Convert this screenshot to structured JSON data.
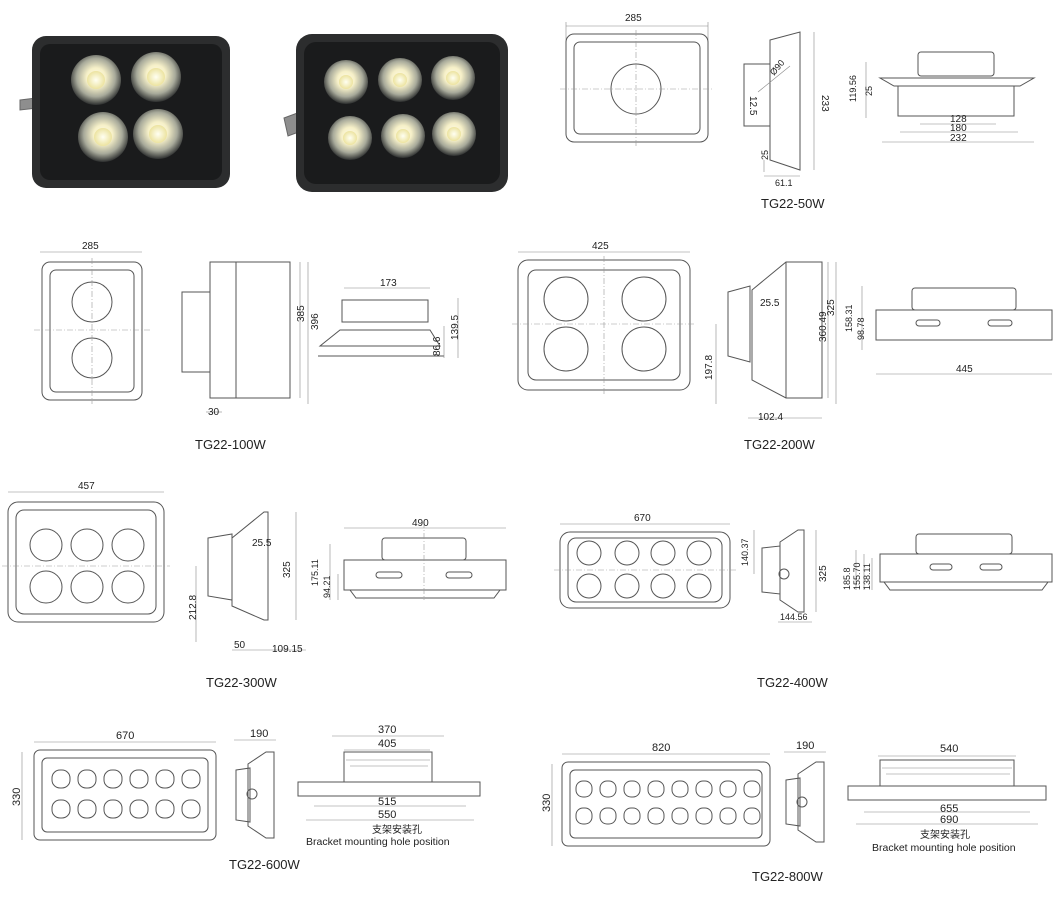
{
  "models": {
    "m50": "TG22-50W",
    "m100": "TG22-100W",
    "m200": "TG22-200W",
    "m300": "TG22-300W",
    "m400": "TG22-400W",
    "m600": "TG22-600W",
    "m800": "TG22-800W"
  },
  "dims": {
    "m50": {
      "front_w": "285",
      "side_h": "233",
      "side_dia": "Ø90",
      "side_12": "12.5",
      "side_25": "25",
      "side_61": "61.1",
      "top_h": "119.56",
      "top_25": "25",
      "top_128": "128",
      "top_180": "180",
      "top_232": "232"
    },
    "m100": {
      "front_w": "285",
      "side_385": "385",
      "side_396": "396",
      "side_30": "30",
      "top_173": "173",
      "top_139": "139.5",
      "top_86": "86.6"
    },
    "m200": {
      "front_w": "425",
      "side_25": "25.5",
      "side_325": "325",
      "side_360": "360.49",
      "side_197": "197.8",
      "side_102": "102.4",
      "top_158": "158.31",
      "top_98": "98.78",
      "top_445": "445"
    },
    "m300": {
      "front_w": "457",
      "side_25": "25.5",
      "side_325": "325",
      "side_212": "212.8",
      "side_50": "50",
      "side_109": "109.15",
      "top_490": "490",
      "top_175": "175.11",
      "top_94": "94.21"
    },
    "m400": {
      "front_w": "670",
      "side_140": "140.37",
      "side_325": "325",
      "side_144": "144.56",
      "top_185": "185.8",
      "top_155": "155.70",
      "top_138": "138.11"
    },
    "m600": {
      "front_w": "670",
      "front_h": "330",
      "side_190": "190",
      "top_370": "370",
      "top_405": "405",
      "top_515": "515",
      "top_550": "550",
      "cn": "支架安装孔",
      "en": "Bracket mounting hole position"
    },
    "m800": {
      "front_w": "820",
      "front_h": "330",
      "side_190": "190",
      "top_540": "540",
      "top_655": "655",
      "top_690": "690",
      "cn": "支架安装孔",
      "en": "Bracket mounting hole position"
    }
  }
}
